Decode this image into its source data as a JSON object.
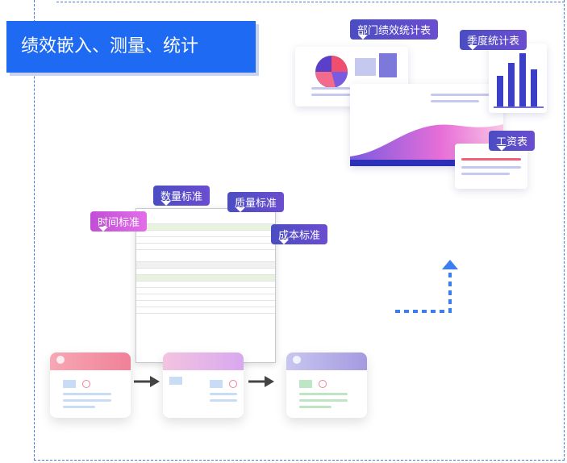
{
  "banner": {
    "title": "绩效嵌入、测量、统计"
  },
  "tags": {
    "dept_report": "部门绩效统计表",
    "season_report": "季度统计表",
    "salary": "工资表",
    "quantity_std": "数量标准",
    "quality_std": "质量标准",
    "time_std": "时间标准",
    "cost_std": "成本标准"
  },
  "colors": {
    "accent": "#1f6af2",
    "tag_blue": "#4b4dc2",
    "tag_pink": "#d95fe0",
    "pie_red": "#f04e6e",
    "bars": "#3b3fc8"
  }
}
